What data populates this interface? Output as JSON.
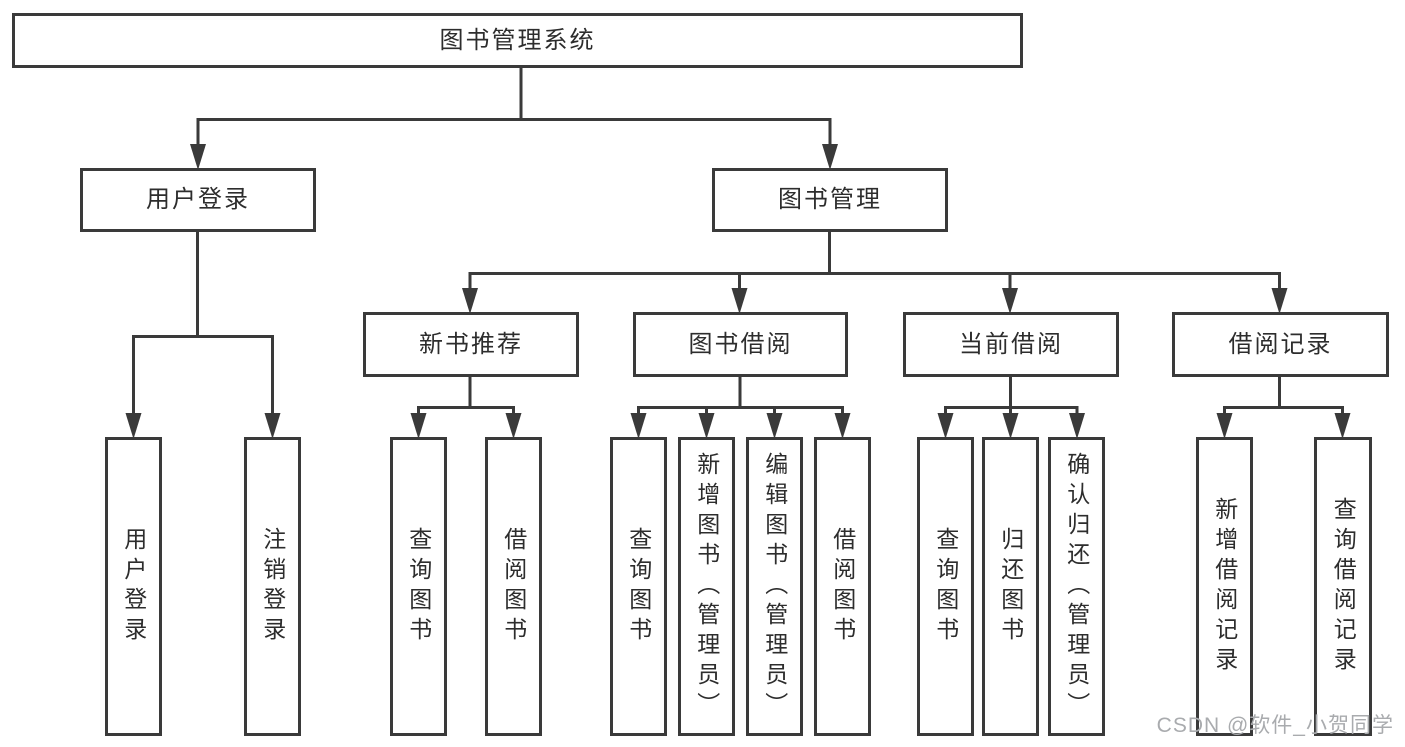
{
  "diagram": {
    "root": {
      "label": "图书管理系统"
    },
    "level2": {
      "user_login": {
        "label": "用户登录"
      },
      "book_management": {
        "label": "图书管理"
      }
    },
    "level3": {
      "new_book_recommend": {
        "label": "新书推荐"
      },
      "book_borrow": {
        "label": "图书借阅"
      },
      "current_borrow": {
        "label": "当前借阅"
      },
      "borrow_records": {
        "label": "借阅记录"
      }
    },
    "leaves": {
      "user_login": [
        "用户登录",
        "注销登录"
      ],
      "new_book_recommend": [
        "查询图书",
        "借阅图书"
      ],
      "book_borrow": [
        "查询图书",
        "新增图书（管理员）",
        "编辑图书（管理员）",
        "借阅图书"
      ],
      "current_borrow": [
        "查询图书",
        "归还图书",
        "确认归还（管理员）"
      ],
      "borrow_records": [
        "新增借阅记录",
        "查询借阅记录"
      ]
    },
    "colors": {
      "line": "#3a3a3a",
      "text": "#2d2d2d",
      "watermark": "#a9abae"
    }
  },
  "watermark": {
    "text": "CSDN @软件_小贺同学"
  }
}
